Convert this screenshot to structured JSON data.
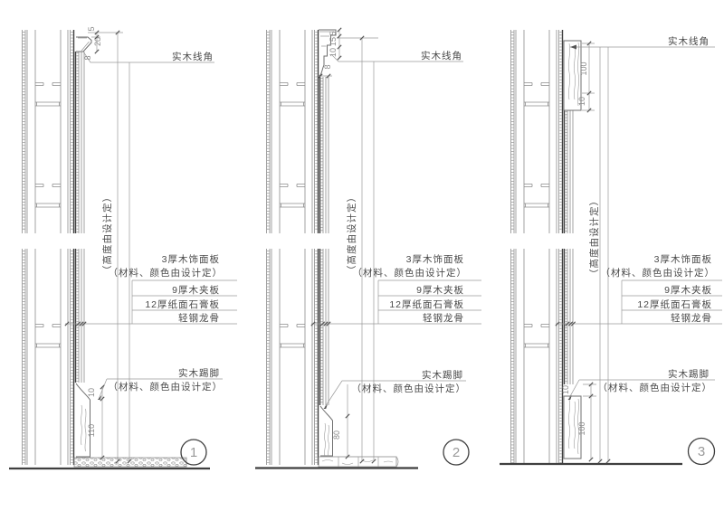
{
  "labels": {
    "molding": "实木线角",
    "height_note": "（高度由设计定）",
    "veneer_panel": "3厚木饰面板",
    "material_note": "（材料、颜色由设计定）",
    "plywood": "9厚木夹板",
    "gypsum_board": "12厚纸面石膏板",
    "steel_keel": "轻钢龙骨",
    "skirting": "实木踢脚"
  },
  "panels": [
    {
      "number": "1",
      "dims": {
        "molding_a": "5",
        "molding_b": "20",
        "molding_c": "8",
        "skirting_top": "10",
        "skirting_height": "110"
      }
    },
    {
      "number": "2",
      "dims": {
        "molding_a": "5",
        "molding_b": "15",
        "molding_c": "10",
        "molding_d": "8",
        "skirting_height": "80"
      }
    },
    {
      "number": "3",
      "dims": {
        "molding_a": "100",
        "molding_b": "10",
        "skirting_top": "10",
        "skirting_height": "100"
      }
    }
  ],
  "colors": {
    "background": "#ffffff",
    "line": "#8c8c8c",
    "dark_line": "#3f3f3f",
    "text": "#4a4a4a",
    "dim_text": "#8a8a8a"
  }
}
